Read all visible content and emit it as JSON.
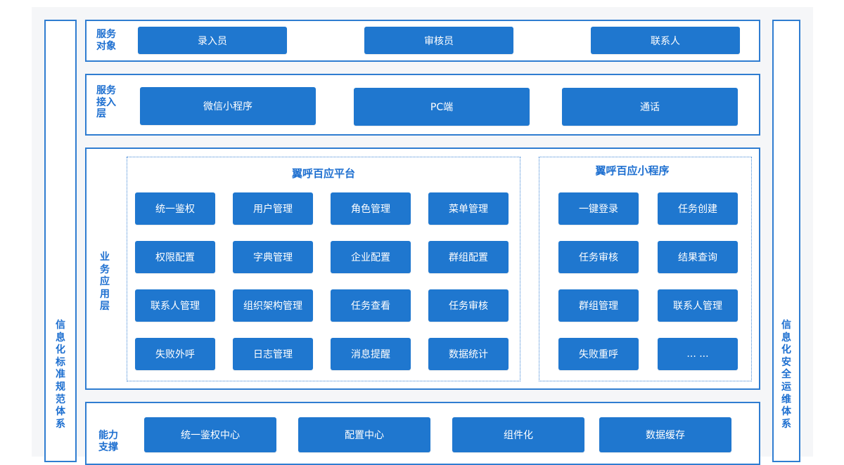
{
  "left_side": {
    "label": "信\n息\n化\n标\n准\n规\n范\n体\n系"
  },
  "right_side": {
    "label": "信\n息\n化\n安\n全\n运\n维\n体\n系"
  },
  "service_objects": {
    "label": "服务\n对象",
    "items": [
      "录入员",
      "审核员",
      "联系人"
    ]
  },
  "service_access": {
    "label": "服务\n接入\n层",
    "items": [
      "微信小程序",
      "PC端",
      "通话"
    ]
  },
  "business_layer": {
    "label": "业\n务\n应\n用\n层",
    "platform": {
      "title": "翼呼百应平台",
      "items": [
        "统一鉴权",
        "用户管理",
        "角色管理",
        "菜单管理",
        "权限配置",
        "字典管理",
        "企业配置",
        "群组配置",
        "联系人管理",
        "组织架构管理",
        "任务查看",
        "任务审核",
        "失败外呼",
        "日志管理",
        "消息提醒",
        "数据统计"
      ]
    },
    "mini_program": {
      "title": "翼呼百应小程序",
      "items": [
        "一键登录",
        "任务创建",
        "任务审核",
        "结果查询",
        "群组管理",
        "联系人管理",
        "失败重呼",
        "... ..."
      ]
    }
  },
  "capability_layer": {
    "label": "能力\n支撑",
    "items": [
      "统一鉴权中心",
      "配置中心",
      "组件化",
      "数据缓存"
    ]
  }
}
